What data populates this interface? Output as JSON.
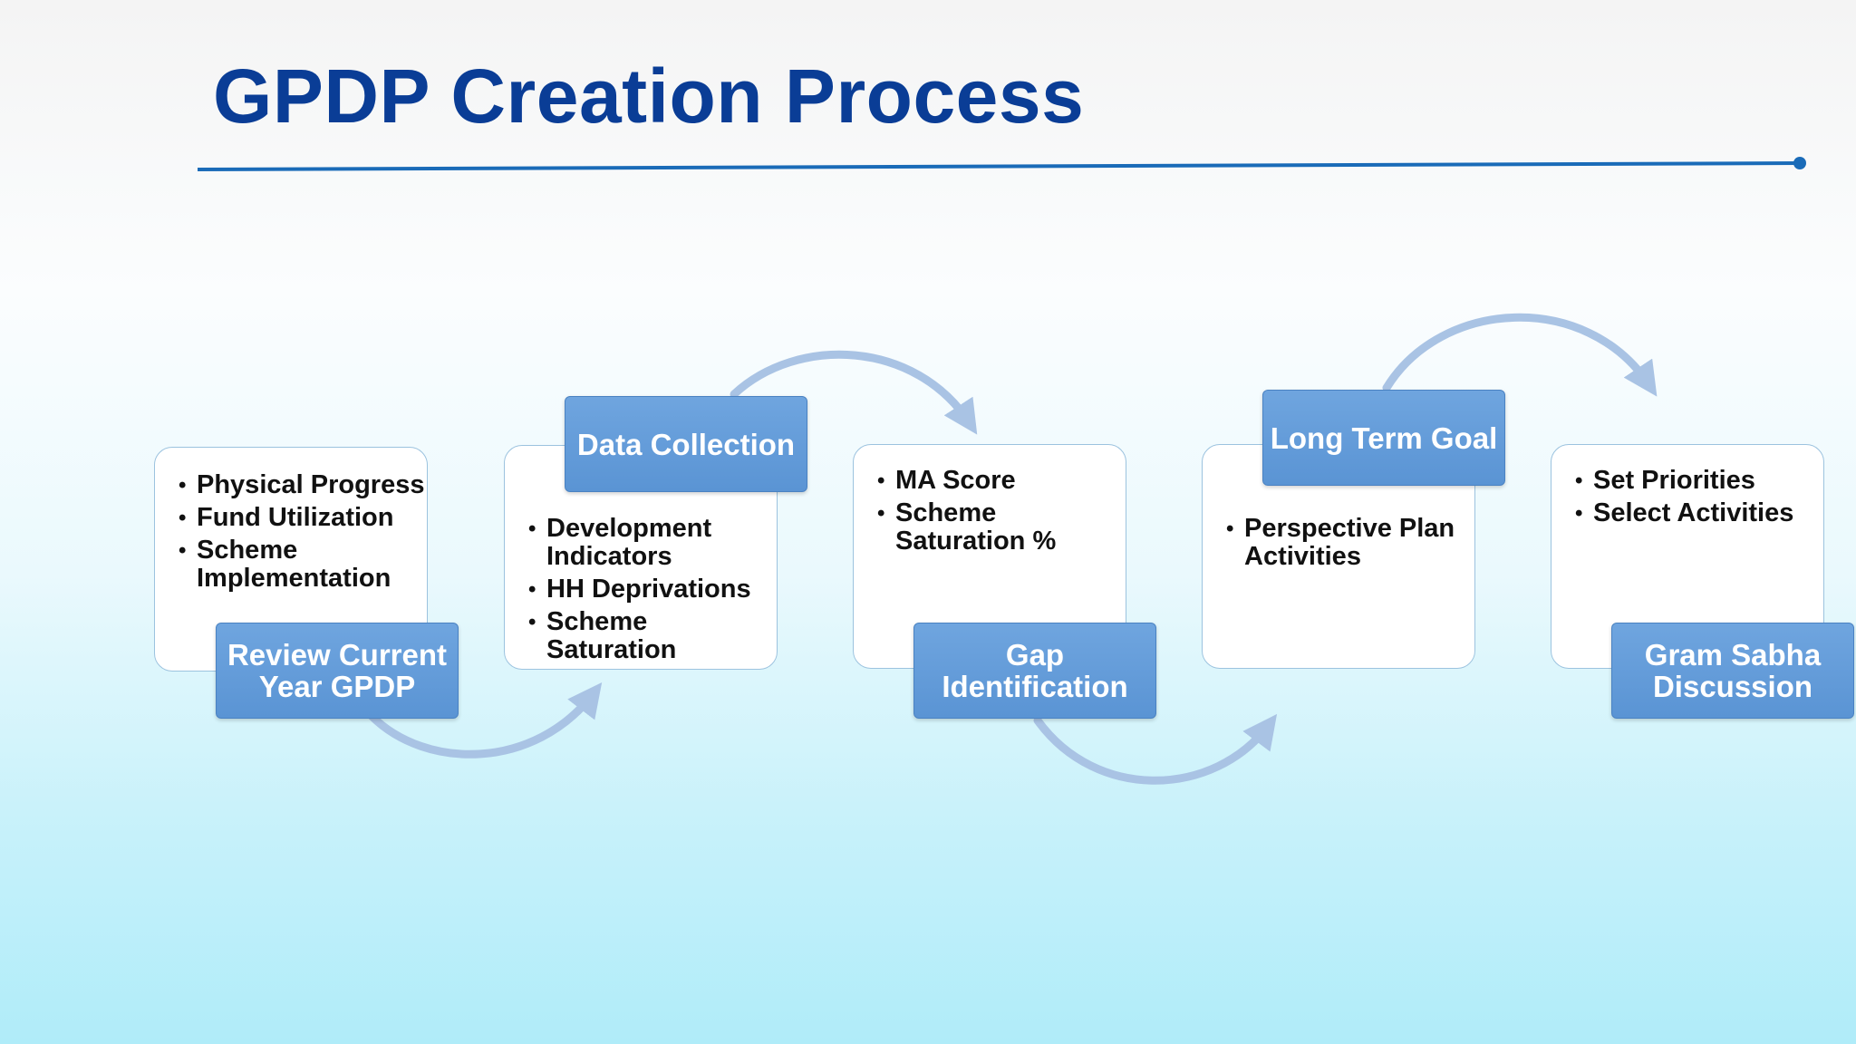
{
  "title": "GPDP Creation Process",
  "colors": {
    "title": "#0a3d96",
    "rule": "#1a6bb8",
    "label_fill": "#5f99d7",
    "card_border": "#9cc3df",
    "arrow": "#a9c3e4"
  },
  "steps": [
    {
      "label": "Review Current Year GPDP",
      "bullets": [
        "Physical Progress",
        "Fund Utilization",
        "Scheme Implementation"
      ]
    },
    {
      "label": "Data Collection",
      "bullets": [
        "Development Indicators",
        "HH Deprivations",
        "Scheme Saturation"
      ]
    },
    {
      "label": "Gap Identification",
      "bullets": [
        "MA Score",
        "Scheme Saturation %"
      ]
    },
    {
      "label": "Long Term Goal",
      "bullets": [
        "Perspective Plan Activities"
      ]
    },
    {
      "label": "Gram Sabha Discussion",
      "bullets": [
        "Set Priorities",
        "Select Activities"
      ]
    }
  ]
}
